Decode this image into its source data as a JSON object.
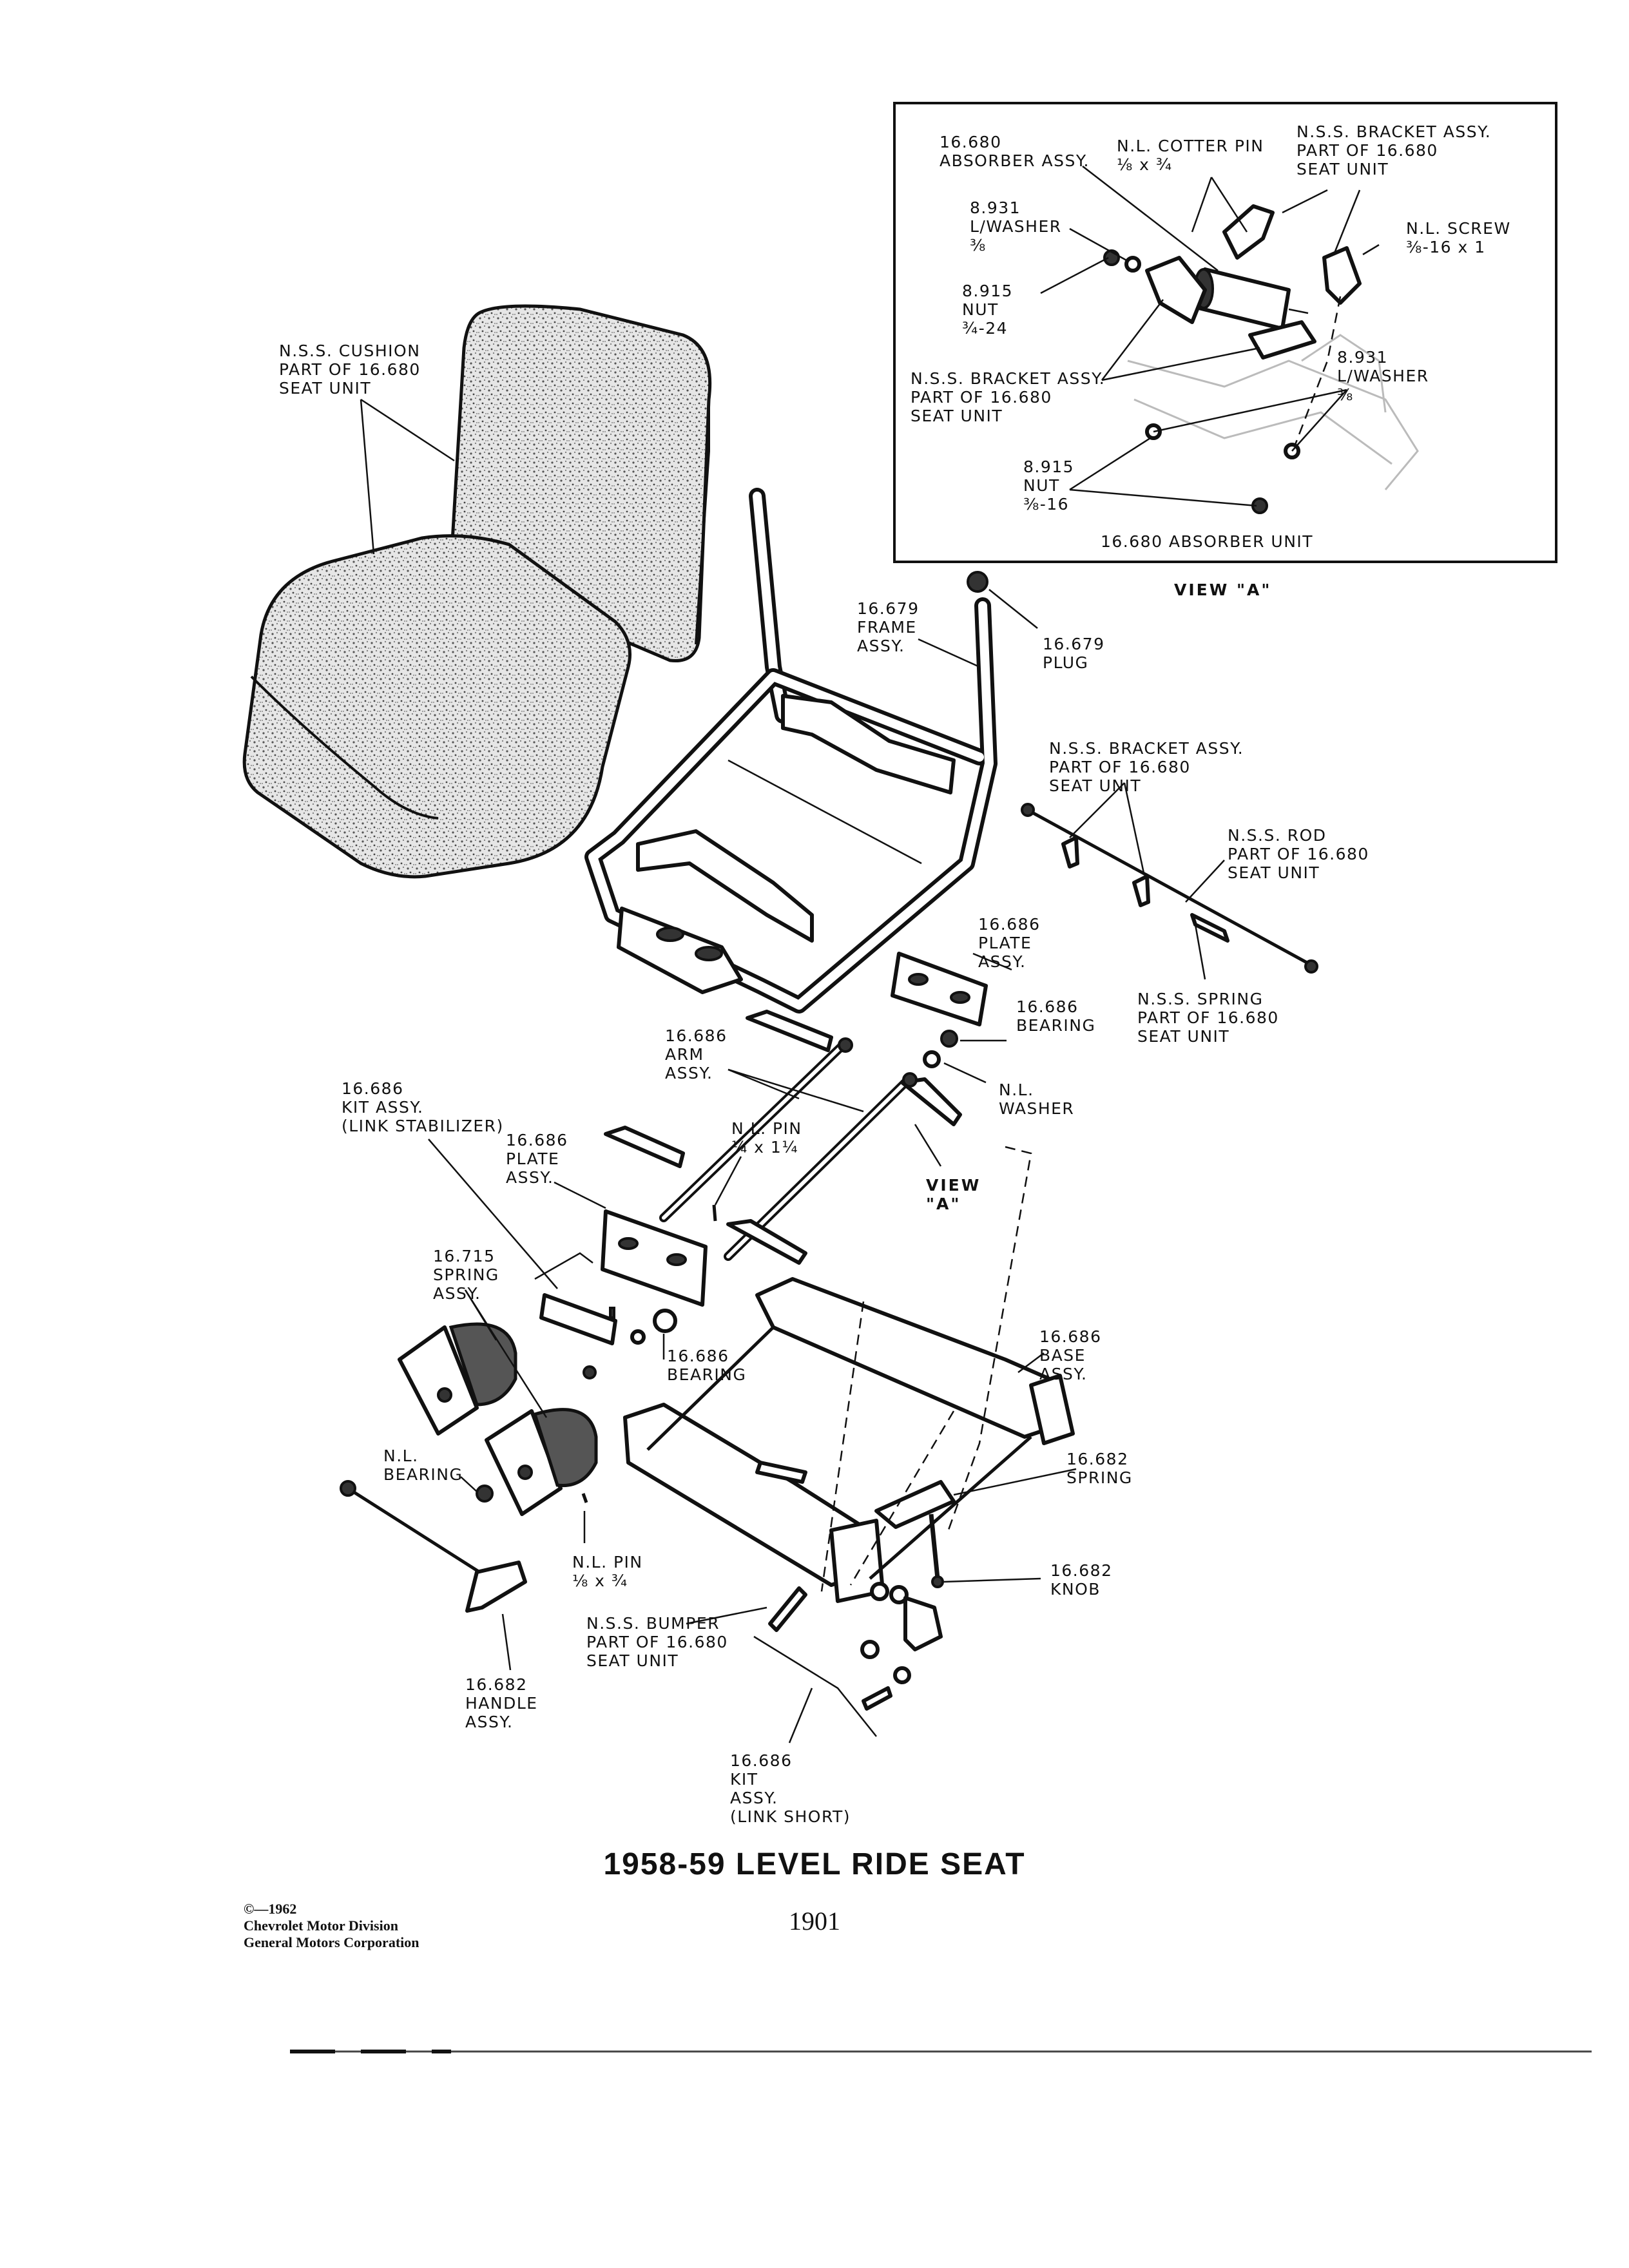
{
  "labels": {
    "absorber_assy": [
      "16.680",
      "ABSORBER ASSY."
    ],
    "cotter_pin": [
      "N.L. COTTER PIN",
      "⅛ x ¾"
    ],
    "bracket_top": [
      "N.S.S. BRACKET ASSY.",
      "PART OF 16.680",
      "SEAT UNIT"
    ],
    "l_washer_left": [
      "8.931",
      "L/WASHER",
      "⅜"
    ],
    "screw": [
      "N.L. SCREW",
      "⅜-16 x 1"
    ],
    "nut_left": [
      "8.915",
      "NUT",
      "¾-24"
    ],
    "bracket_left": [
      "N.S.S. BRACKET ASSY.",
      "PART OF 16.680",
      "SEAT UNIT"
    ],
    "l_washer_right": [
      "8.931",
      "L/WASHER",
      "⅜"
    ],
    "nut_bottom": [
      "8.915",
      "NUT",
      "⅜-16"
    ],
    "absorber_unit": [
      "16.680 ABSORBER UNIT"
    ],
    "view_a_caption": [
      "VIEW \"A\""
    ],
    "cushion": [
      "N.S.S. CUSHION",
      "PART OF 16.680",
      "SEAT UNIT"
    ],
    "frame_assy": [
      "16.679",
      "FRAME",
      "ASSY."
    ],
    "plug": [
      "16.679",
      "PLUG"
    ],
    "bracket_rod": [
      "N.S.S. BRACKET ASSY.",
      "PART OF 16.680",
      "SEAT UNIT"
    ],
    "rod": [
      "N.S.S. ROD",
      "PART OF 16.680",
      "SEAT UNIT"
    ],
    "plate_upper": [
      "16.686",
      "PLATE",
      "ASSY."
    ],
    "spring_rod": [
      "N.S.S. SPRING",
      "PART OF 16.680",
      "SEAT UNIT"
    ],
    "bearing_upper": [
      "16.686",
      "BEARING"
    ],
    "arm_assy": [
      "16.686",
      "ARM",
      "ASSY."
    ],
    "washer": [
      "N.L.",
      "WASHER"
    ],
    "kit_stabilizer": [
      "16.686",
      "KIT ASSY.",
      "(LINK STABILIZER)"
    ],
    "pin_quarter": [
      "N.L. PIN",
      "¼ x 1¼"
    ],
    "plate_lower": [
      "16.686",
      "PLATE",
      "ASSY."
    ],
    "view_a_pointer": [
      "VIEW",
      "\"A\""
    ],
    "spring_assy": [
      "16.715",
      "SPRING",
      "ASSY."
    ],
    "base_assy": [
      "16.686",
      "BASE",
      "ASSY."
    ],
    "bearing_lower": [
      "16.686",
      "BEARING"
    ],
    "spring_682": [
      "16.682",
      "SPRING"
    ],
    "nl_bearing": [
      "N.L.",
      "BEARING"
    ],
    "knob": [
      "16.682",
      "KNOB"
    ],
    "pin_eighth": [
      "N.L. PIN",
      "⅛ x ¾"
    ],
    "bumper": [
      "N.S.S. BUMPER",
      "PART OF 16.680",
      "SEAT UNIT"
    ],
    "handle_assy": [
      "16.682",
      "HANDLE",
      "ASSY."
    ],
    "kit_short": [
      "16.686",
      "KIT",
      "ASSY.",
      "(LINK SHORT)"
    ]
  },
  "title": "1958-59 LEVEL RIDE SEAT",
  "page_number": "1901",
  "copyright": [
    "©—1962",
    "Chevrolet Motor Division",
    "General Motors Corporation"
  ]
}
